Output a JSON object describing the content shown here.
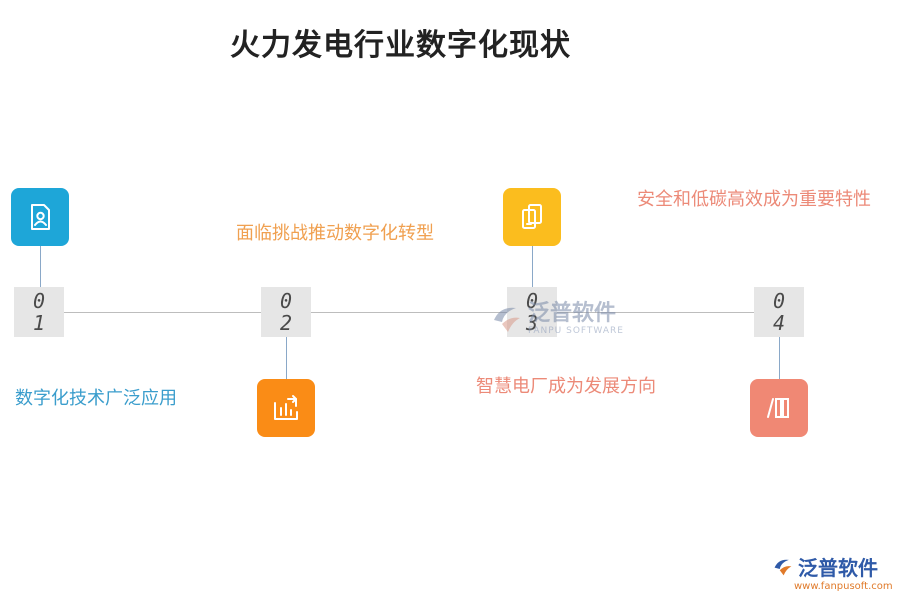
{
  "title": "火力发电行业数字化现状",
  "colors": {
    "blue": "#1ea6d8",
    "orange": "#fa8c16",
    "yellow": "#fbbd1e",
    "salmon": "#f08874"
  },
  "steps": [
    {
      "digit_a": "0",
      "digit_b": "1",
      "label": "数字化技术广泛应用",
      "icon": "user-document-icon",
      "label_color": "#3a9dcc"
    },
    {
      "digit_a": "0",
      "digit_b": "2",
      "label": "面临挑战推动数字化转型",
      "icon": "bar-chart-share-icon",
      "label_color": "#f0a050"
    },
    {
      "digit_a": "0",
      "digit_b": "3",
      "label": "智慧电厂成为发展方向",
      "icon": "tablet-device-icon",
      "label_color": "#ec8a78"
    },
    {
      "digit_a": "0",
      "digit_b": "4",
      "label": "安全和低碳高效成为重要特性",
      "icon": "book-columns-icon",
      "label_color": "#ec8a78"
    }
  ],
  "watermark": {
    "cn": "泛普软件",
    "en": "FANPU SOFTWARE"
  },
  "brand": {
    "cn": "泛普软件",
    "url": "www.fanpusoft.com"
  }
}
